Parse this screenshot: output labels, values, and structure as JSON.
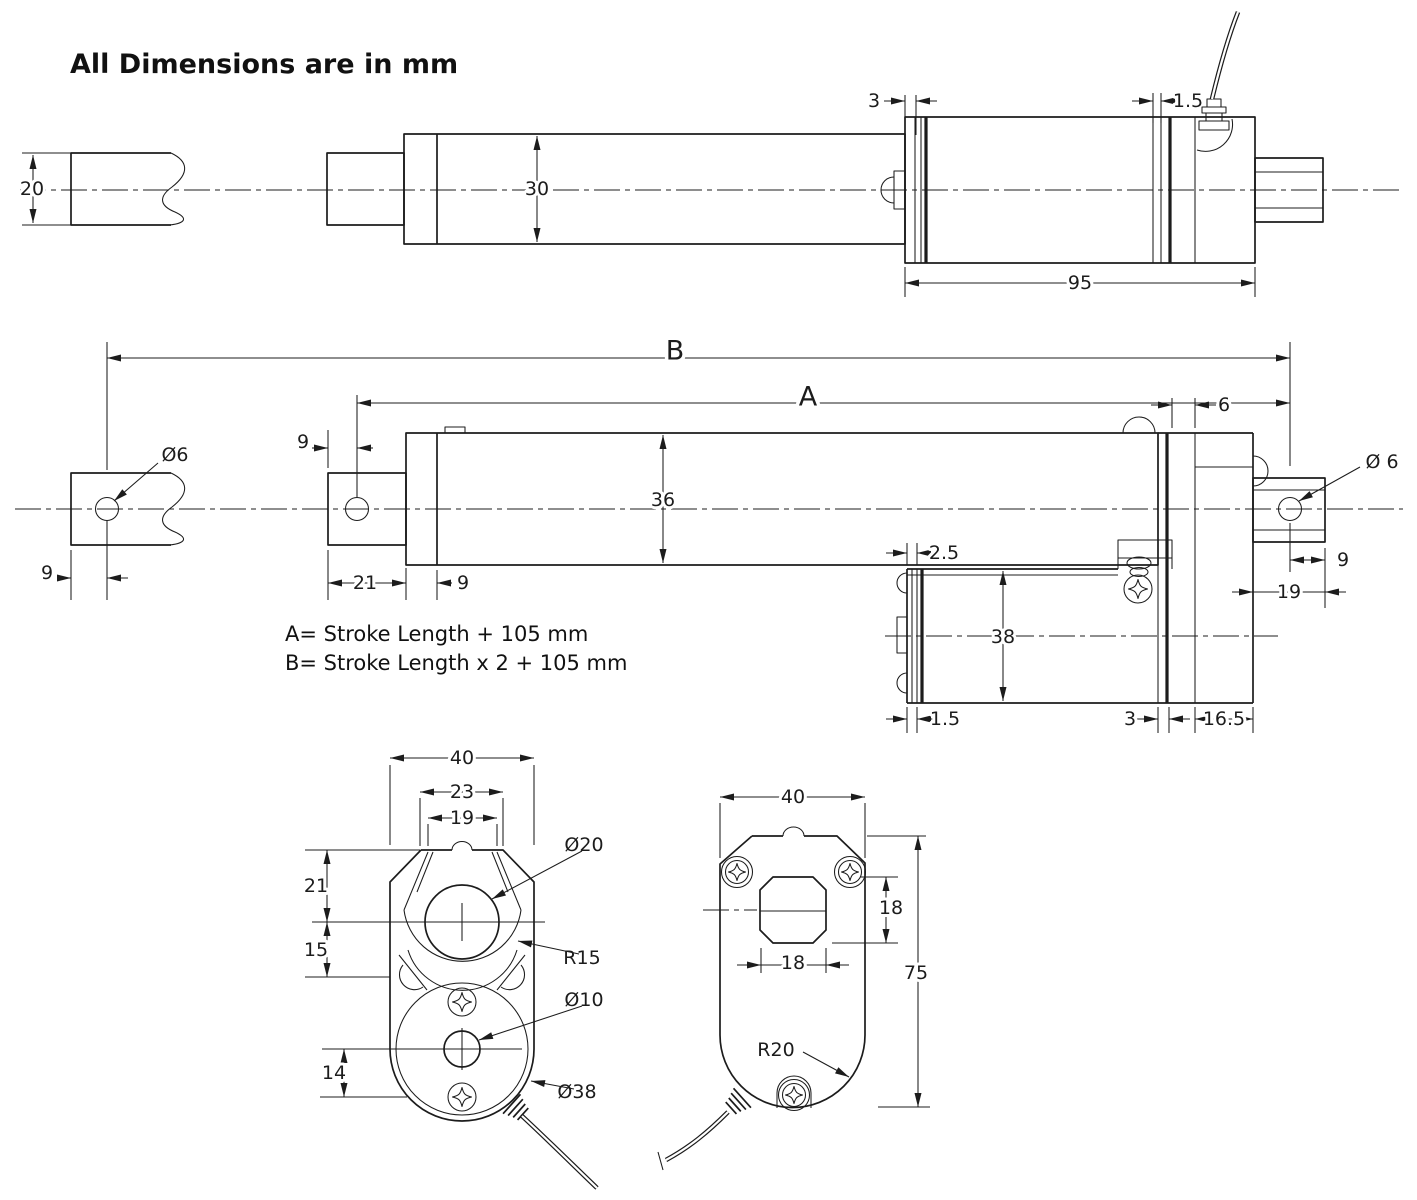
{
  "title": "All Dimensions are in mm",
  "formulas": {
    "a": "A= Stroke Length + 105 mm",
    "b": "B= Stroke Length x 2 + 105 mm"
  },
  "colors": {
    "line": "#1c1c1c",
    "background": "#ffffff"
  },
  "views": {
    "retracted": {
      "dims": {
        "clevis_height": "20",
        "tube_diameter": "30",
        "front_plate": "3",
        "rear_plate": "1.5",
        "motor_length": "95"
      }
    },
    "extended": {
      "dims": {
        "overall": "B",
        "extended_length": "A",
        "front_hole_offset": "9",
        "front_hole_diameter": "Ø6",
        "mount_hole_offset": "9",
        "front_clevis_length": "21",
        "guide_length": "9",
        "tube_diameter": "36",
        "end_gap": "6",
        "rear_hole_diameter": "Ø 6",
        "motor_plate_gap": "2.5",
        "motor_diameter": "38",
        "rear_hole_offset": "9",
        "rear_clevis_length": "19",
        "motor_front_plate": "1.5",
        "gear_plate": "3",
        "end_cap_length": "16.5"
      }
    },
    "front_end": {
      "dims": {
        "body_width": "40",
        "clevis_outer_width": "23",
        "clevis_inner_width": "19",
        "rod_end_diameter": "Ø20",
        "top_to_center": "21",
        "center_to_base": "15",
        "clevis_radius": "R15",
        "shaft_hole_diameter": "Ø10",
        "center_to_screw": "14",
        "motor_diameter": "Ø38"
      }
    },
    "rear_end": {
      "dims": {
        "body_width": "40",
        "socket_height": "18",
        "socket_width": "18",
        "body_height": "75",
        "bottom_radius": "R20"
      }
    }
  }
}
